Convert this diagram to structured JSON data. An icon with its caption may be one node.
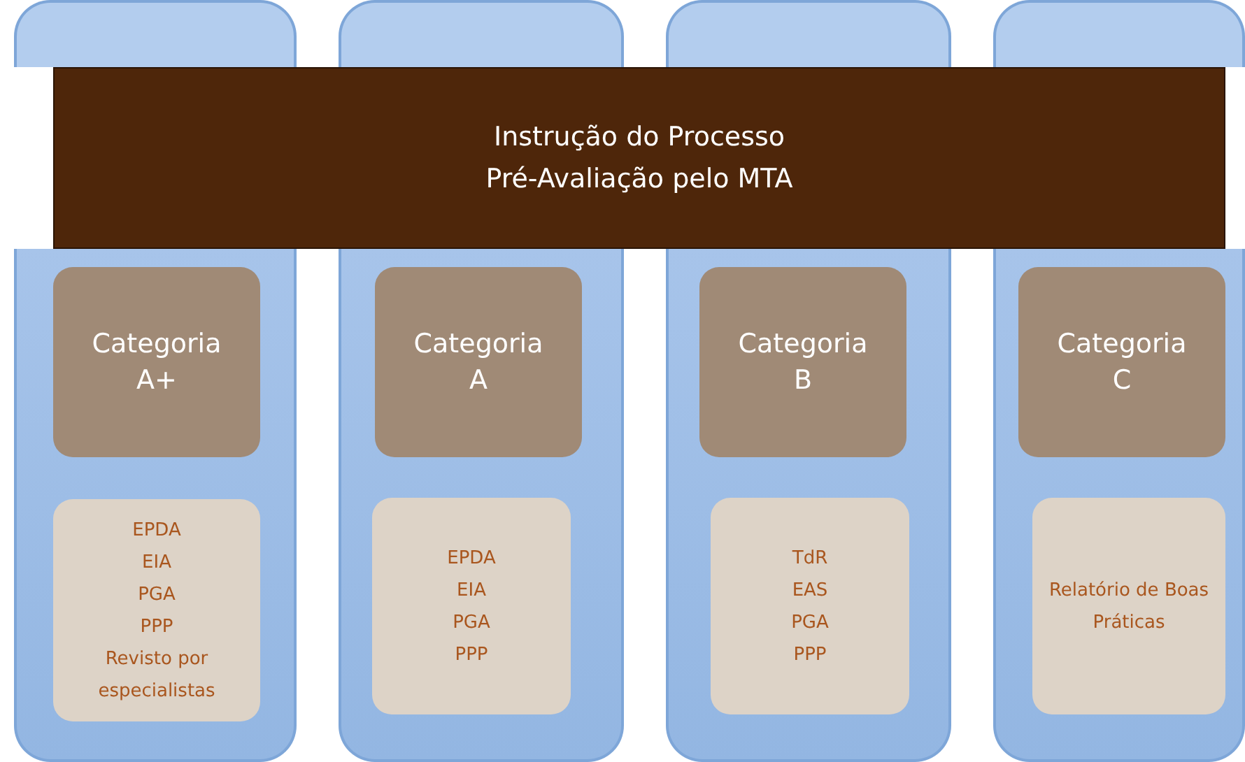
{
  "diagram": {
    "nodes": [
      {
        "text": [
          "Instrução do Processo",
          "Pré-Avaliação pelo MTA"
        ]
      },
      {
        "text": [],
        "shape": "box"
      },
      {
        "text": [
          "Categoria A+"
        ],
        "in": 1
      },
      {
        "text": [
          "EPDA",
          "EIA",
          "PGA",
          "PPP",
          "Revisto por especialistas"
        ],
        "in": 1
      },
      {
        "text": [],
        "shape": "box"
      },
      {
        "text": [
          "Categoria A"
        ],
        "in": 4
      },
      {
        "text": [
          "EPDA",
          "EIA",
          "PGA",
          "PPP"
        ],
        "in": 4
      },
      {
        "text": [],
        "shape": "box"
      },
      {
        "text": [
          "Categoria B"
        ],
        "in": 7
      },
      {
        "text": [
          "TdR",
          "EAS",
          "PGA",
          "PPP"
        ],
        "in": 7
      },
      {
        "text": [],
        "shape": "box"
      },
      {
        "text": [
          "Categoria C"
        ],
        "in": 10
      },
      {
        "text": [
          "Relatório de Boas Práticas"
        ],
        "in": 10
      }
    ]
  }
}
